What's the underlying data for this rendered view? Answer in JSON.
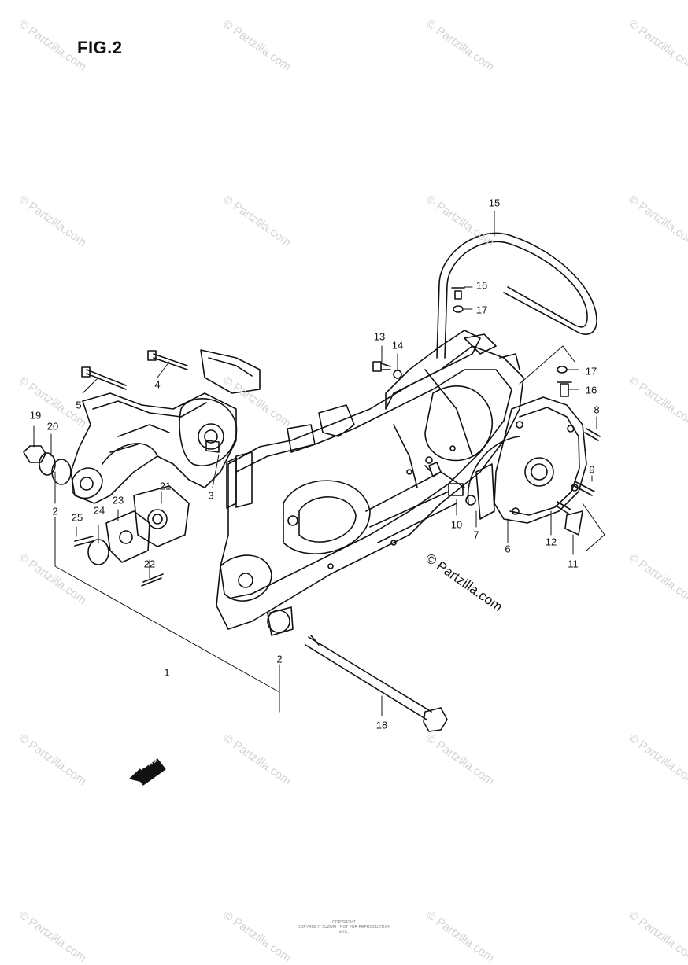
{
  "figure": {
    "title": "FIG.2"
  },
  "watermark": {
    "text": "© Partzilla.com"
  },
  "copyright_label": "© Partzilla.com",
  "footer": {
    "line1": "COPYRIGHT",
    "line2": "COPYRIGHT SUZUKI · NOT FOR REPRODUCTION ETC."
  },
  "fwd_label": "FWD",
  "callouts": [
    {
      "id": "c1",
      "label": "1"
    },
    {
      "id": "c2a",
      "label": "2"
    },
    {
      "id": "c2b",
      "label": "2"
    },
    {
      "id": "c3",
      "label": "3"
    },
    {
      "id": "c4",
      "label": "4"
    },
    {
      "id": "c5",
      "label": "5"
    },
    {
      "id": "c6",
      "label": "6"
    },
    {
      "id": "c7",
      "label": "7"
    },
    {
      "id": "c8",
      "label": "8"
    },
    {
      "id": "c9",
      "label": "9"
    },
    {
      "id": "c10",
      "label": "10"
    },
    {
      "id": "c11",
      "label": "11"
    },
    {
      "id": "c12",
      "label": "12"
    },
    {
      "id": "c13",
      "label": "13"
    },
    {
      "id": "c14",
      "label": "14"
    },
    {
      "id": "c15",
      "label": "15"
    },
    {
      "id": "c16a",
      "label": "16"
    },
    {
      "id": "c16b",
      "label": "16"
    },
    {
      "id": "c17a",
      "label": "17"
    },
    {
      "id": "c17b",
      "label": "17"
    },
    {
      "id": "c18",
      "label": "18"
    },
    {
      "id": "c19",
      "label": "19"
    },
    {
      "id": "c20",
      "label": "20"
    },
    {
      "id": "c21",
      "label": "21"
    },
    {
      "id": "c22",
      "label": "22"
    },
    {
      "id": "c23",
      "label": "23"
    },
    {
      "id": "c24",
      "label": "24"
    },
    {
      "id": "c25",
      "label": "25"
    }
  ]
}
